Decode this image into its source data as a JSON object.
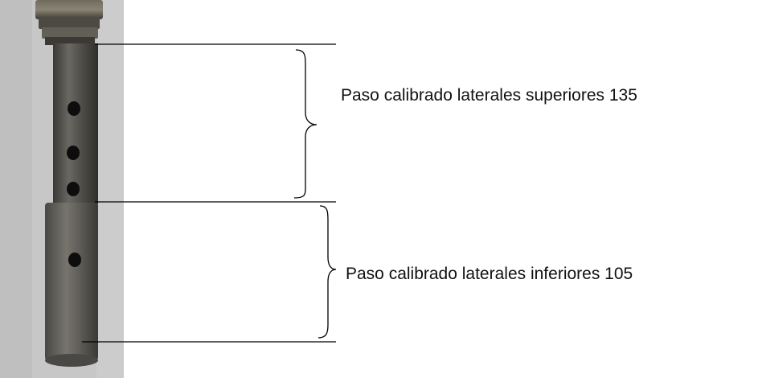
{
  "annotations": {
    "upper": "Paso calibrado laterales superiores 135",
    "lower": "Paso calibrado laterales inferiores 105"
  },
  "colors": {
    "photo_background": "#c7c7c7",
    "metal_dark": "#3e3c39",
    "metal_mid": "#5a5853",
    "hole": "#0d0d0d",
    "line": "#000000"
  },
  "photo": {
    "hole_count": 4
  }
}
